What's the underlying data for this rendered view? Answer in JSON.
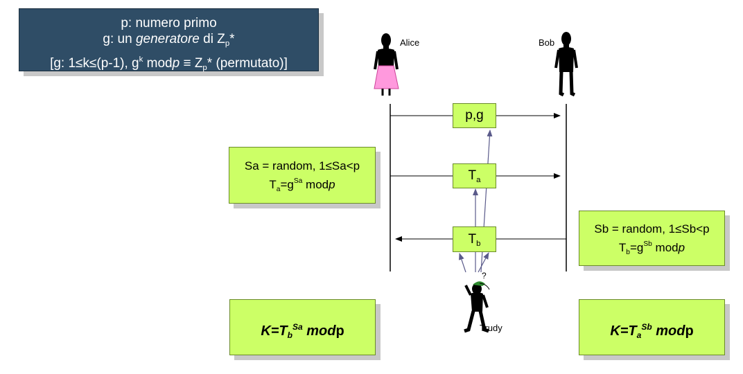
{
  "header": {
    "line1": "p: numero primo",
    "line2_a": "g: un ",
    "line2_b": "generatore",
    "line2_c": " di Z",
    "line2_sub": "p",
    "line2_d": "*",
    "line3_a": "[g: 1≤k≤(p-1), g",
    "line3_sup": "k",
    "line3_b": " mod",
    "line3_c": "p",
    "line3_d": " ≡ Z",
    "line3_sub": "p",
    "line3_e": "* (permutato)]"
  },
  "actors": {
    "alice": "Alice",
    "bob": "Bob",
    "trudy": "Trudy"
  },
  "messages": {
    "m1": "p,g",
    "m2_base": "T",
    "m2_sub": "a",
    "m3_base": "T",
    "m3_sub": "b"
  },
  "alice_box": {
    "line1": "Sa = random, 1≤Sa<p",
    "l2_a": "T",
    "l2_sub": "a",
    "l2_b": "=g",
    "l2_sup": "Sa",
    "l2_c": " mod",
    "l2_d": "p"
  },
  "bob_box": {
    "line1": "Sb = random, 1≤Sb<p",
    "l2_a": "T",
    "l2_sub": "b",
    "l2_b": "=g",
    "l2_sup": "Sb",
    "l2_c": " mod",
    "l2_d": "p"
  },
  "alice_key": {
    "a": "K=T",
    "sub": "b",
    "sup": "Sa",
    "b": " mod",
    "c": "p"
  },
  "bob_key": {
    "a": "K=T",
    "sub": "a",
    "sup": "Sb",
    "b": " mod",
    "c": "p"
  },
  "trudy_mark": "?",
  "colors": {
    "header_bg": "#2f4d66",
    "box_green": "#ccff66",
    "trudy_arrow": "#5a5a8a",
    "alice_skirt": "#ff99dd"
  }
}
